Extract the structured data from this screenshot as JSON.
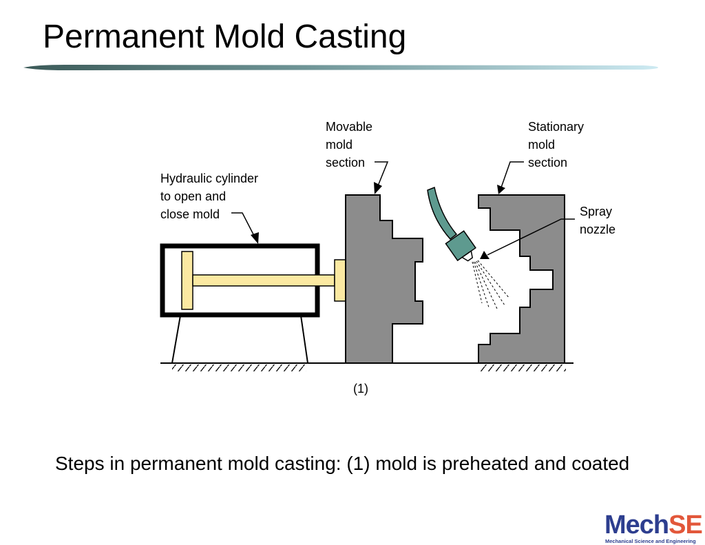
{
  "slide": {
    "title": "Permanent Mold Casting",
    "caption": "Steps in permanent mold casting: (1) mold is preheated and coated"
  },
  "diagram": {
    "labels": {
      "movable_1": "Movable",
      "movable_2": "mold",
      "movable_3": "section",
      "stationary_1": "Stationary",
      "stationary_2": "mold",
      "stationary_3": "section",
      "hydraulic_1": "Hydraulic cylinder",
      "hydraulic_2": "to open and",
      "hydraulic_3": "close mold",
      "spray_1": "Spray",
      "spray_2": "nozzle",
      "step": "(1)"
    },
    "colors": {
      "mold": "#8c8c8c",
      "piston": "#fbe9a2",
      "nozzle": "#5e9a8f",
      "title_rule_dark": "#3b5a58",
      "title_rule_light": "#cdeaf2"
    }
  },
  "logo": {
    "part1": "Mech",
    "part2": "SE",
    "subtitle": "Mechanical Science and Engineering"
  }
}
